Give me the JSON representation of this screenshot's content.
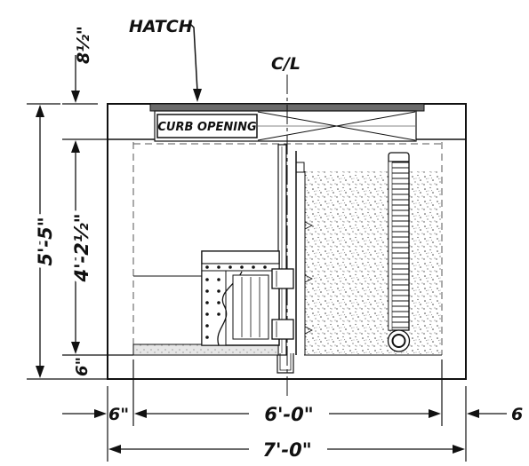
{
  "labels": {
    "hatch": "HATCH",
    "centerline": "C/L",
    "curb_opening": "CURB OPENING"
  },
  "dimensions": {
    "top_offset": "8½\"",
    "overall_height": "5'-5\"",
    "inner_height": "4'-2½\"",
    "base": "6\"",
    "left_wall": "6\"",
    "inner_width": "6'-0\"",
    "right_wall": "6",
    "overall_width": "7'-0\""
  },
  "colors": {
    "line": "#111111",
    "hatch_plate": "#6b6b6b",
    "floor_fill": "#d9d9d9",
    "media_speckle": "#444444"
  }
}
